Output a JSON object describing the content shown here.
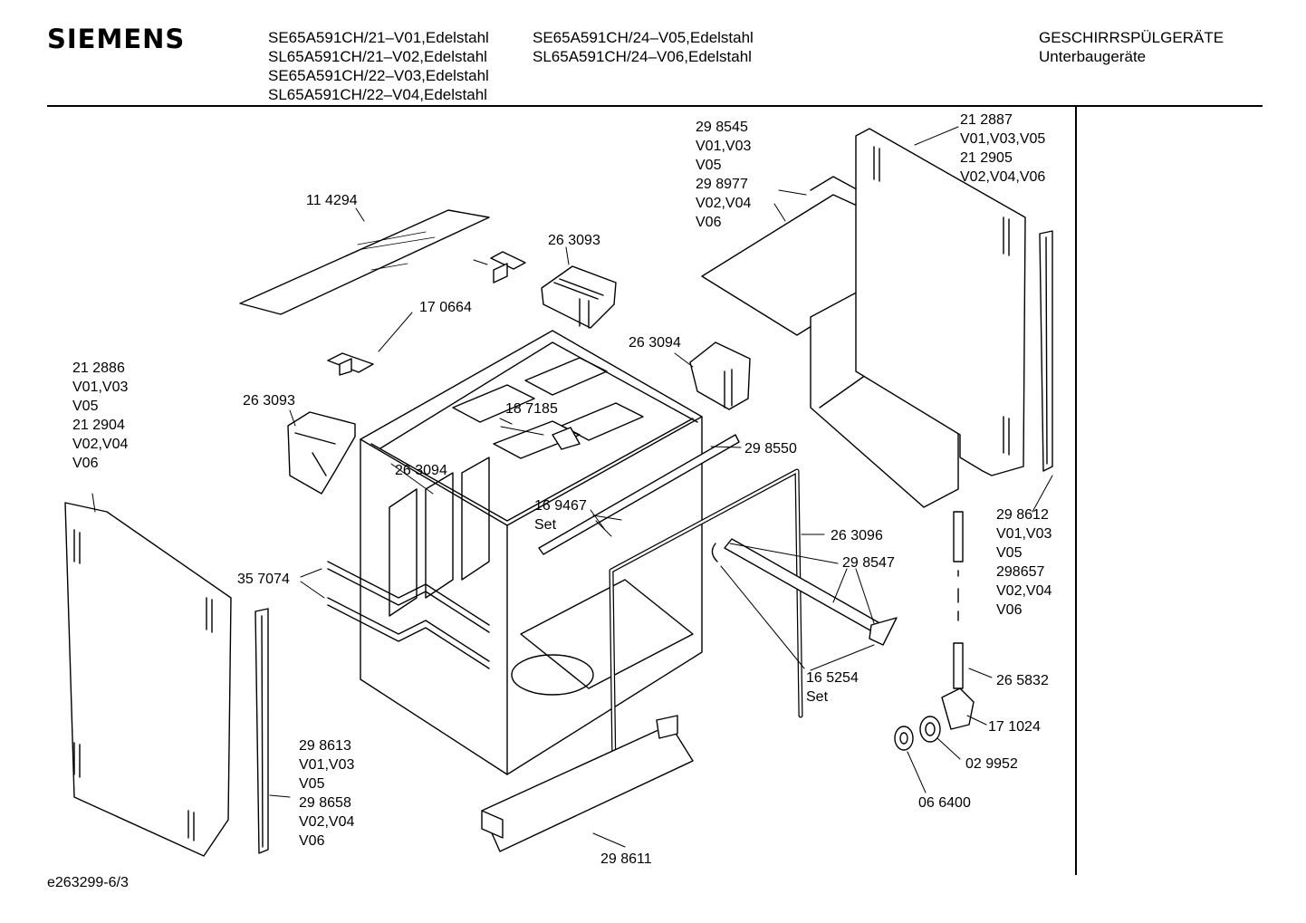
{
  "header": {
    "brand": "SIEMENS",
    "models_col1": [
      "SE65A591CH/21–V01,Edelstahl",
      "SL65A591CH/21–V02,Edelstahl",
      "SE65A591CH/22–V03,Edelstahl",
      "SL65A591CH/22–V04,Edelstahl"
    ],
    "models_col2": [
      "SE65A591CH/24–V05,Edelstahl",
      "SL65A591CH/24–V06,Edelstahl"
    ],
    "category": "GESCHIRRSPÜLGERÄTE",
    "subcategory": "Unterbaugeräte"
  },
  "footer": {
    "drawing_id": "e263299-6/3"
  },
  "parts": {
    "p114294": "11 4294",
    "p263093_top": "26 3093",
    "p170664": "17 0664",
    "p298545": "29 8545",
    "v01v03": "V01,V03",
    "v05": "V05",
    "p298977": "29 8977",
    "v02v04": "V02,V04",
    "v06": "V06",
    "p212887": "21 2887",
    "v01v03v05": "V01,V03,V05",
    "p212905": "21 2905",
    "v02v04v06": "V02,V04,V06",
    "p263094_right": "26 3094",
    "p212886": "21 2886",
    "p212904": "21 2904",
    "p263093_left": "26 3093",
    "p187185": "18 7185",
    "p263094_mid": "26 3094",
    "p298550": "29 8550",
    "p169467": "16 9467",
    "set": "Set",
    "p263096": "26 3096",
    "p298547": "29 8547",
    "p357074": "35 7074",
    "p298612": "29 8612",
    "p298657": "298657",
    "p265832": "26 5832",
    "p165254": "16 5254",
    "p171024": "17 1024",
    "p029952": "02 9952",
    "p066400": "06 6400",
    "p298613": "29 8613",
    "p298658": "29 8658",
    "p298611": "29 8611"
  }
}
